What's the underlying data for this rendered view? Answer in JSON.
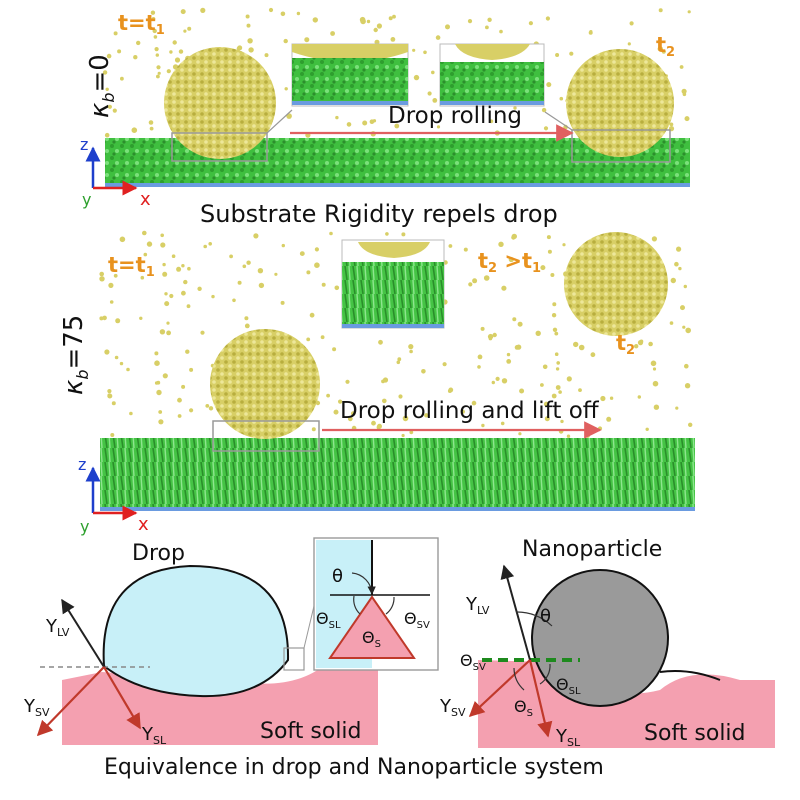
{
  "panel_top": {
    "kappa_label": "κ",
    "kappa_sub": "b",
    "kappa_value": "=0",
    "t1_label": "t=t",
    "t1_sub": "1",
    "t2_label": "t",
    "t2_sub": "2",
    "arrow_label": "Drop rolling",
    "axis_z": "z",
    "axis_y": "y",
    "axis_x": "x",
    "caption": "Substrate Rigidity repels drop"
  },
  "panel_mid": {
    "kappa_label": "κ",
    "kappa_sub": "b",
    "kappa_value": "=75",
    "t1_label": "t=t",
    "t1_sub": "1",
    "t2_cond_a": "t",
    "t2_cond_sub_a": "2",
    "t2_cond_b": " >t",
    "t2_cond_sub_b": "1",
    "t2_label": "t",
    "t2_sub": "2",
    "arrow_label": "Drop rolling and lift off",
    "axis_z": "z",
    "axis_y": "y",
    "axis_x": "x"
  },
  "panel_bottom": {
    "drop_title": "Drop",
    "soft_solid_left": "Soft solid",
    "gamma": "Υ",
    "lv": "LV",
    "sv": "SV",
    "sl": "SL",
    "theta": "θ",
    "Theta": "Θ",
    "sub_SL": "SL",
    "sub_SV": "SV",
    "sub_S": "S",
    "nano_title": "Nanoparticle",
    "soft_solid_right": "Soft solid",
    "caption": "Equivalence in drop and Nanoparticle system"
  },
  "colors": {
    "drop_sim": "#D8CF66",
    "substrate": "#3FBF3F",
    "base": "#6A9BE0",
    "arrow": "#E06060",
    "drop_fill": "#C8F0F8",
    "soft_solid": "#F4A0B0",
    "nanoparticle": "#9A9A9A",
    "force_red": "#C0392B",
    "orange_label": "#E8921E"
  }
}
